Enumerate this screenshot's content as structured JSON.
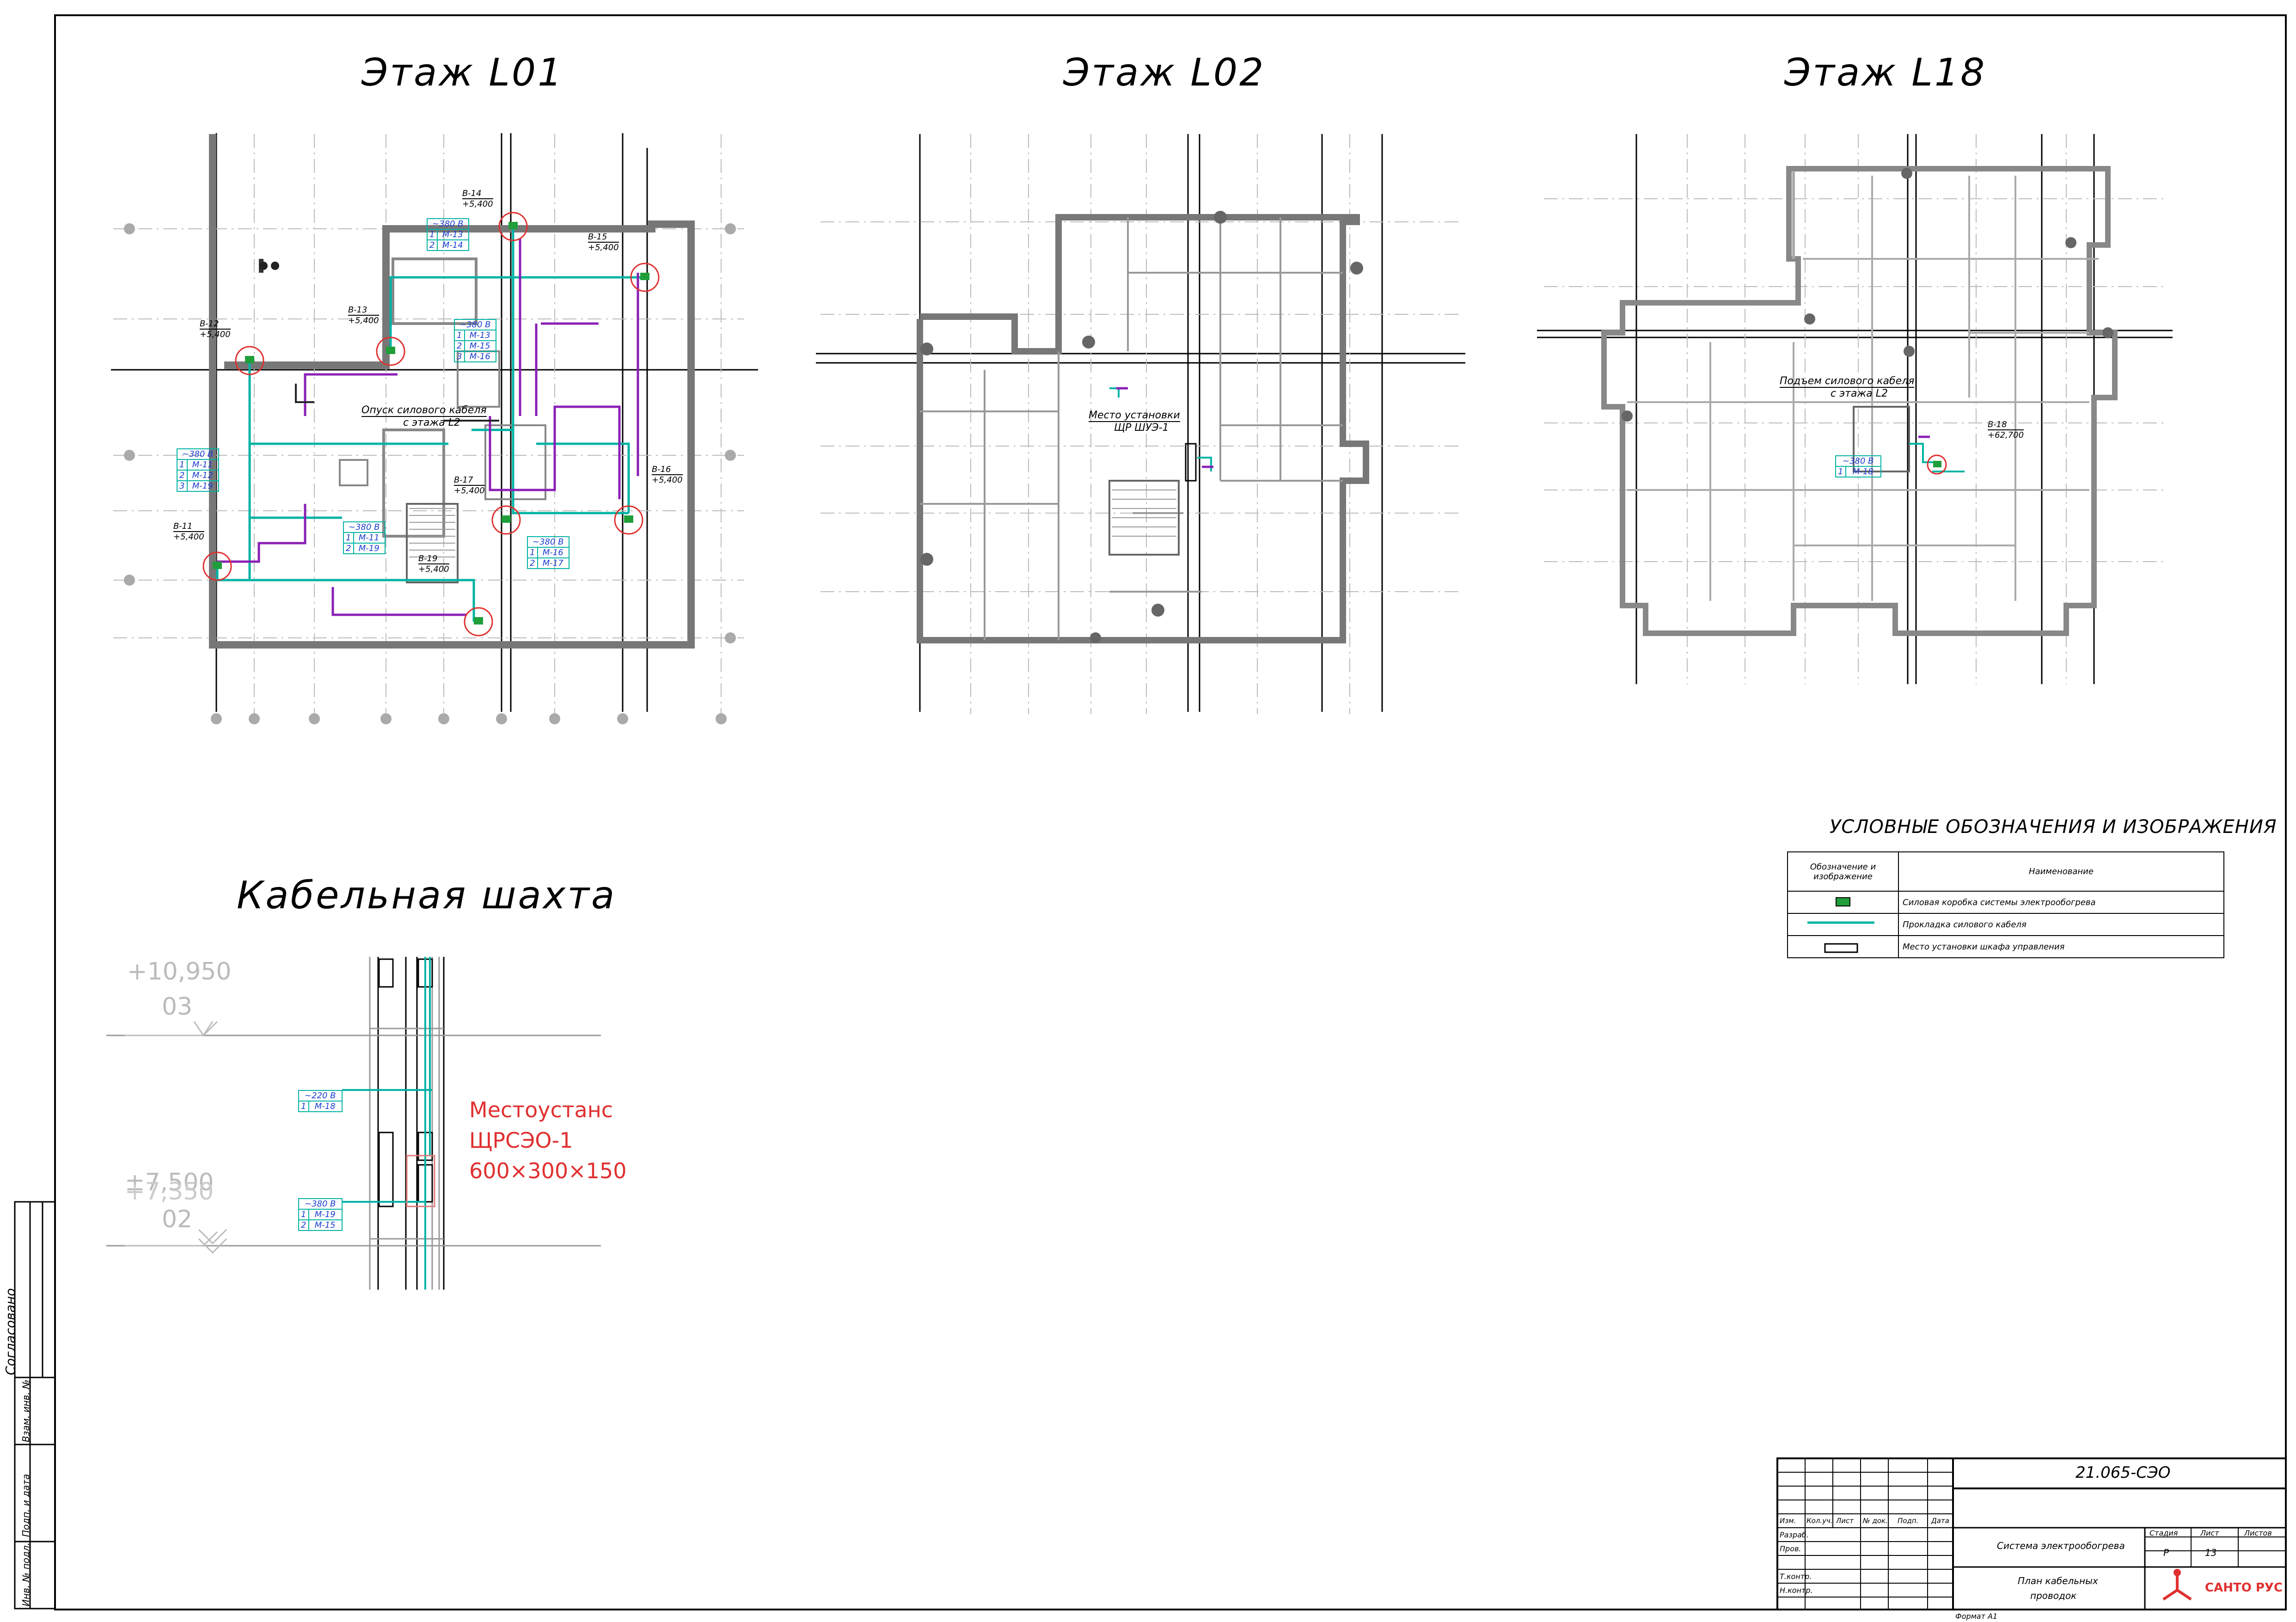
{
  "titles": {
    "floor_l01": "Этаж L01",
    "floor_l02": "Этаж L02",
    "floor_l18": "Этаж L18",
    "cable_shaft": "Кабельная шахта"
  },
  "l01": {
    "junctions": [
      {
        "id": "B-14",
        "level": "+5,400"
      },
      {
        "id": "B-15",
        "level": "+5,400"
      },
      {
        "id": "B-13",
        "level": "+5,400"
      },
      {
        "id": "B-12",
        "level": "+5,400"
      },
      {
        "id": "B-17",
        "level": "+5,400"
      },
      {
        "id": "B-16",
        "level": "+5,400"
      },
      {
        "id": "B-11",
        "level": "+5,400"
      },
      {
        "id": "B-19",
        "level": "+5,400"
      }
    ],
    "descent_note_1": "Опуск силового кабеля",
    "descent_note_2": "с этажа L2",
    "boxes": [
      {
        "voltage": "~380 В",
        "rows": [
          [
            "1",
            "М-13"
          ],
          [
            "2",
            "М-14"
          ]
        ]
      },
      {
        "voltage": "~380 В",
        "rows": [
          [
            "1",
            "М-13"
          ],
          [
            "2",
            "М-15"
          ],
          [
            "3",
            "М-16"
          ]
        ]
      },
      {
        "voltage": "~380 В",
        "rows": [
          [
            "1",
            "М-11"
          ],
          [
            "2",
            "М-12"
          ],
          [
            "3",
            "М-19"
          ]
        ]
      },
      {
        "voltage": "~380 В",
        "rows": [
          [
            "1",
            "М-11"
          ],
          [
            "2",
            "М-19"
          ]
        ]
      },
      {
        "voltage": "~380 В",
        "rows": [
          [
            "1",
            "М-16"
          ],
          [
            "2",
            "М-17"
          ]
        ]
      }
    ]
  },
  "l02": {
    "install_note_1": "Место установки",
    "install_note_2": "ЩР ШУЭ-1"
  },
  "l18": {
    "rise_note_1": "Подъем силового кабеля",
    "rise_note_2": "с этажа L2",
    "junction": {
      "id": "B-18",
      "level": "+62,700"
    },
    "box": {
      "voltage": "~380 В",
      "rows": [
        [
          "1",
          "М-18"
        ]
      ]
    }
  },
  "shaft": {
    "level_top": "+10,950",
    "level_top_code": "03",
    "level_bottom": "±7,500",
    "level_bottom_2": "+7,350",
    "level_bottom_code": "02",
    "box_220": {
      "voltage": "~220 В",
      "rows": [
        [
          "1",
          "М-18"
        ]
      ]
    },
    "box_380": {
      "voltage": "~380 В",
      "rows": [
        [
          "1",
          "М-19"
        ],
        [
          "2",
          "М-15"
        ]
      ]
    },
    "install_red_1": "Местоустанс",
    "install_red_2": "ЩРСЭО-1",
    "install_red_3": "600×300×150"
  },
  "legend": {
    "title": "УСЛОВНЫЕ ОБОЗНАЧЕНИЯ И ИЗОБРАЖЕНИЯ",
    "col_symbol": "Обозначение и изображение",
    "col_name": "Наименование",
    "rows": [
      {
        "name": "Силовая коробка системы электрообогрева"
      },
      {
        "name": "Прокладка силового кабеля"
      },
      {
        "name": "Место установки шкафа управления"
      }
    ]
  },
  "title_block": {
    "code": "21.065-СЭО",
    "headers": [
      "Изм.",
      "Кол.уч.",
      "Лист",
      "№ док.",
      "Подп.",
      "Дата"
    ],
    "roles": [
      "Разраб.",
      "Пров.",
      "",
      "Т.контр.",
      "Н.контр."
    ],
    "system": "Система электрообогрева",
    "sheet_title_1": "План кабельных",
    "sheet_title_2": "проводок",
    "stage_label": "Стадия",
    "sheet_label": "Лист",
    "sheets_label": "Листов",
    "stage": "Р",
    "sheet": "13",
    "company": "САНТО РУС",
    "format": "Формат А1"
  },
  "side_stamp": {
    "agreed": "Согласовано",
    "inv_replace": "Взам. инв. №",
    "sign_date": "Подп. и дата",
    "inv_orig": "Инв. № подл."
  },
  "colors": {
    "cable": "#00b3a4",
    "cable_magenta": "#8a1fb5",
    "junction_ring": "#e03030",
    "box_text": "#1a3fcf",
    "red_note": "#e03030",
    "box_green": "#1f9e3a"
  }
}
